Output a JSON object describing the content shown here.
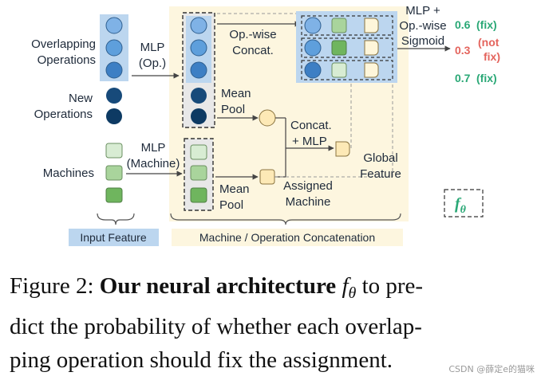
{
  "labels": {
    "overlapping_operations": [
      "Overlapping",
      "Operations"
    ],
    "new_operations": [
      "New",
      "Operations"
    ],
    "machines": "Machines",
    "mlp_op": [
      "MLP",
      "(Op.)"
    ],
    "mlp_machine": [
      "MLP",
      "(Machine)"
    ],
    "opwise_concat": [
      "Op.-wise",
      "Concat."
    ],
    "mean_pool_top": [
      "Mean",
      "Pool"
    ],
    "mean_pool_bottom": [
      "Mean",
      "Pool"
    ],
    "concat_mlp": [
      "Concat.",
      "+ MLP"
    ],
    "assigned_machine": [
      "Assigned",
      "Machine"
    ],
    "global_feature": [
      "Global",
      "Feature"
    ],
    "mlp_sigmoid": [
      "MLP  +",
      "Op.-wise",
      "Sigmoid"
    ],
    "f_theta_box": "f",
    "f_theta_sub": "θ",
    "input_feature": "Input Feature",
    "concat_region": "Machine / Operation Concatenation"
  },
  "outputs": [
    {
      "value": "0.6",
      "note": "(fix)"
    },
    {
      "value": "0.3",
      "note": "(not fix)"
    },
    {
      "value": "0.7",
      "note": "(fix)"
    }
  ],
  "caption": {
    "prefix": "Figure 2: ",
    "bold": "Our neural architecture",
    "f": "f",
    "theta": "θ",
    "rest_line1": " to pre-",
    "line2": "dict the probability of whether each overlap-",
    "line3": "ping operation should fix the assignment."
  },
  "watermark": "CSDN @薛定e的猫咪",
  "colors": {
    "op_blue": "#4a8fd6",
    "op_blue_light": "#7fb2e6",
    "new_op_navy": "#0d3a63",
    "machine_green_light": "#d8ecd3",
    "machine_green": "#a9d49c",
    "machine_green_dark": "#6fb55e",
    "highlight_blue": "#bcd6ef",
    "concat_bg": "#fdf6df",
    "pool_circle": "#fde9b6",
    "fix_green": "#2aa876",
    "notfix_red": "#e4645d",
    "teal_label": "#2a9d8f"
  }
}
